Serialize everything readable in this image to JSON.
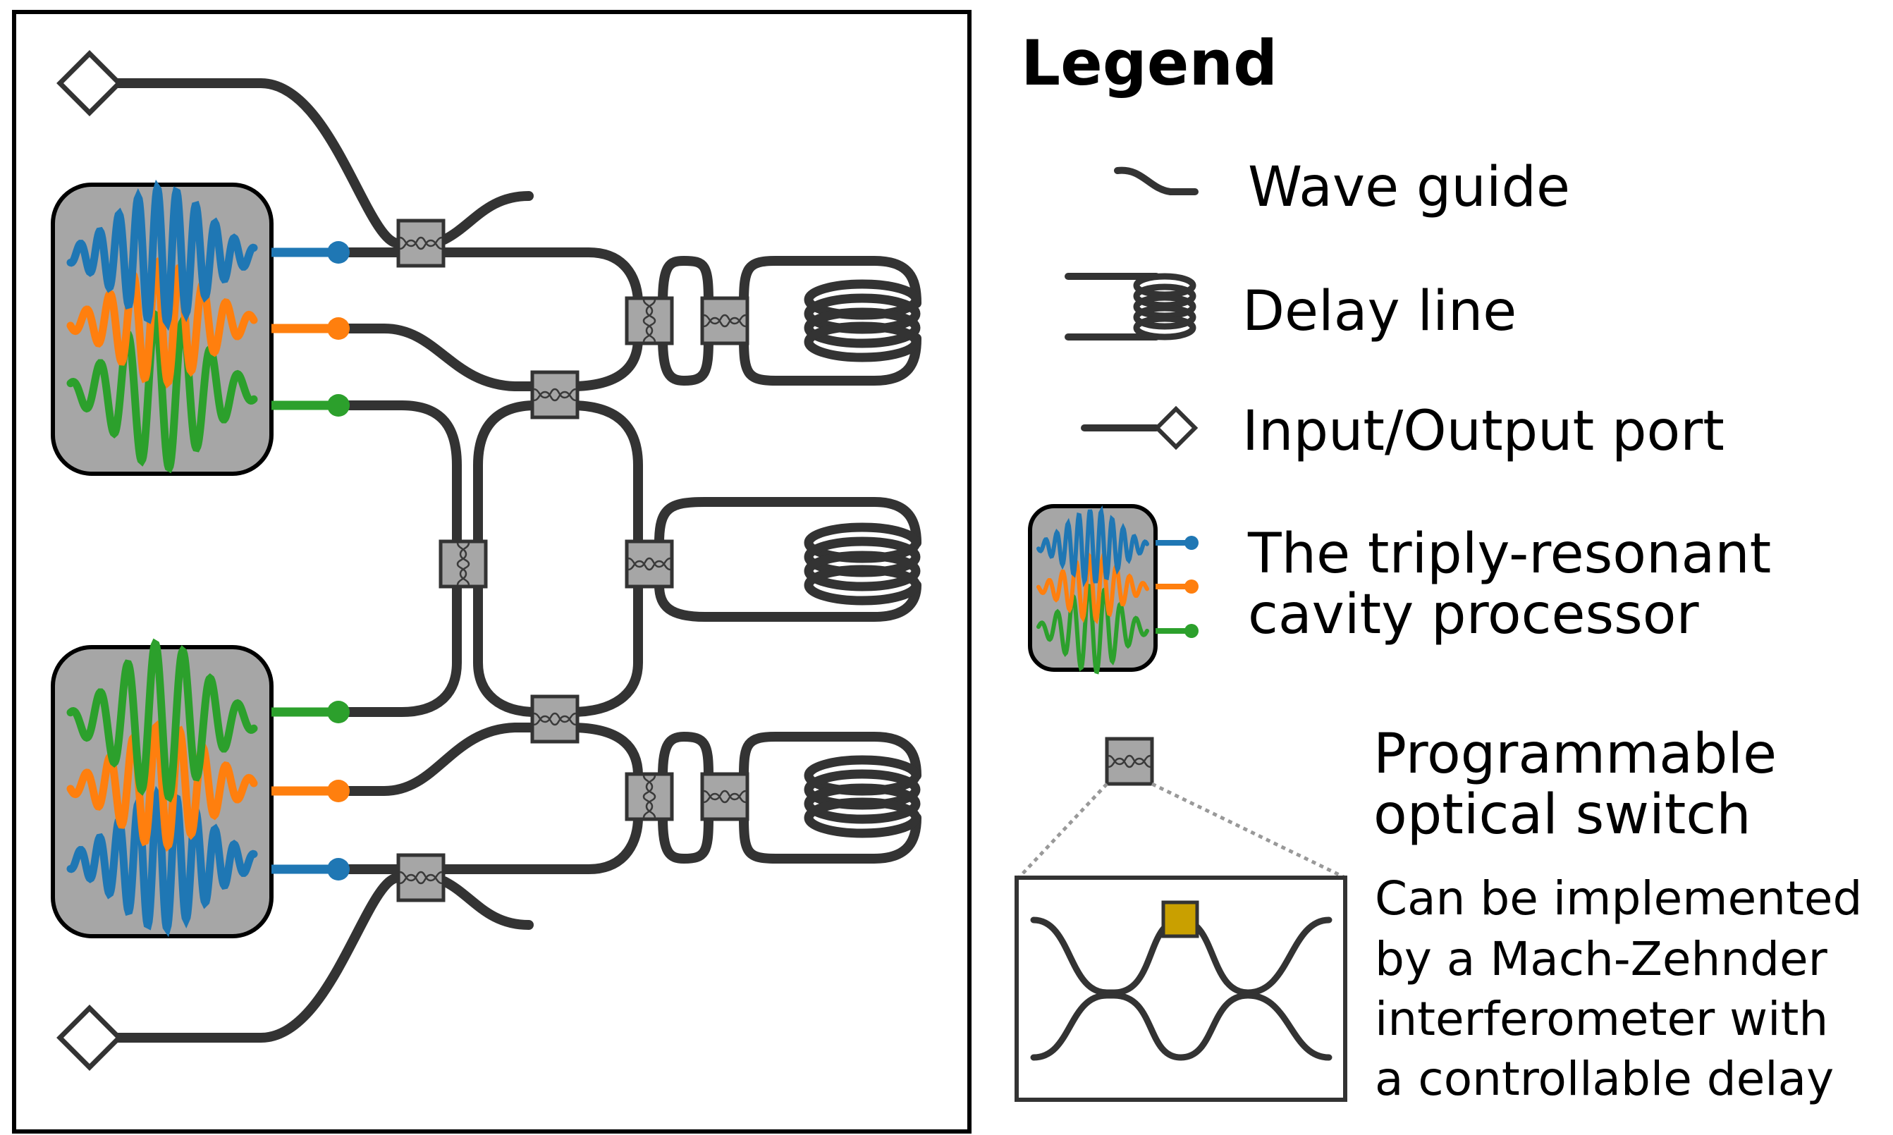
{
  "legend": {
    "title": "Legend",
    "wave_guide": "Wave guide",
    "delay_line": "Delay line",
    "io_port": "Input/Output port",
    "cavity_line1": "The triply-resonant",
    "cavity_line2": "cavity processor",
    "switch_line1": "Programmable",
    "switch_line2": "optical switch",
    "mzi_lines": [
      "Can be implemented",
      "by a Mach-Zehnder",
      "interferometer with",
      "a controllable delay"
    ]
  },
  "colors": {
    "blue": "#1f77b4",
    "orange": "#ff7f0e",
    "green": "#2ca02c",
    "waveguide": "#333333",
    "switch_fill": "#a6a6a6",
    "delay_control": "#c9a000"
  }
}
